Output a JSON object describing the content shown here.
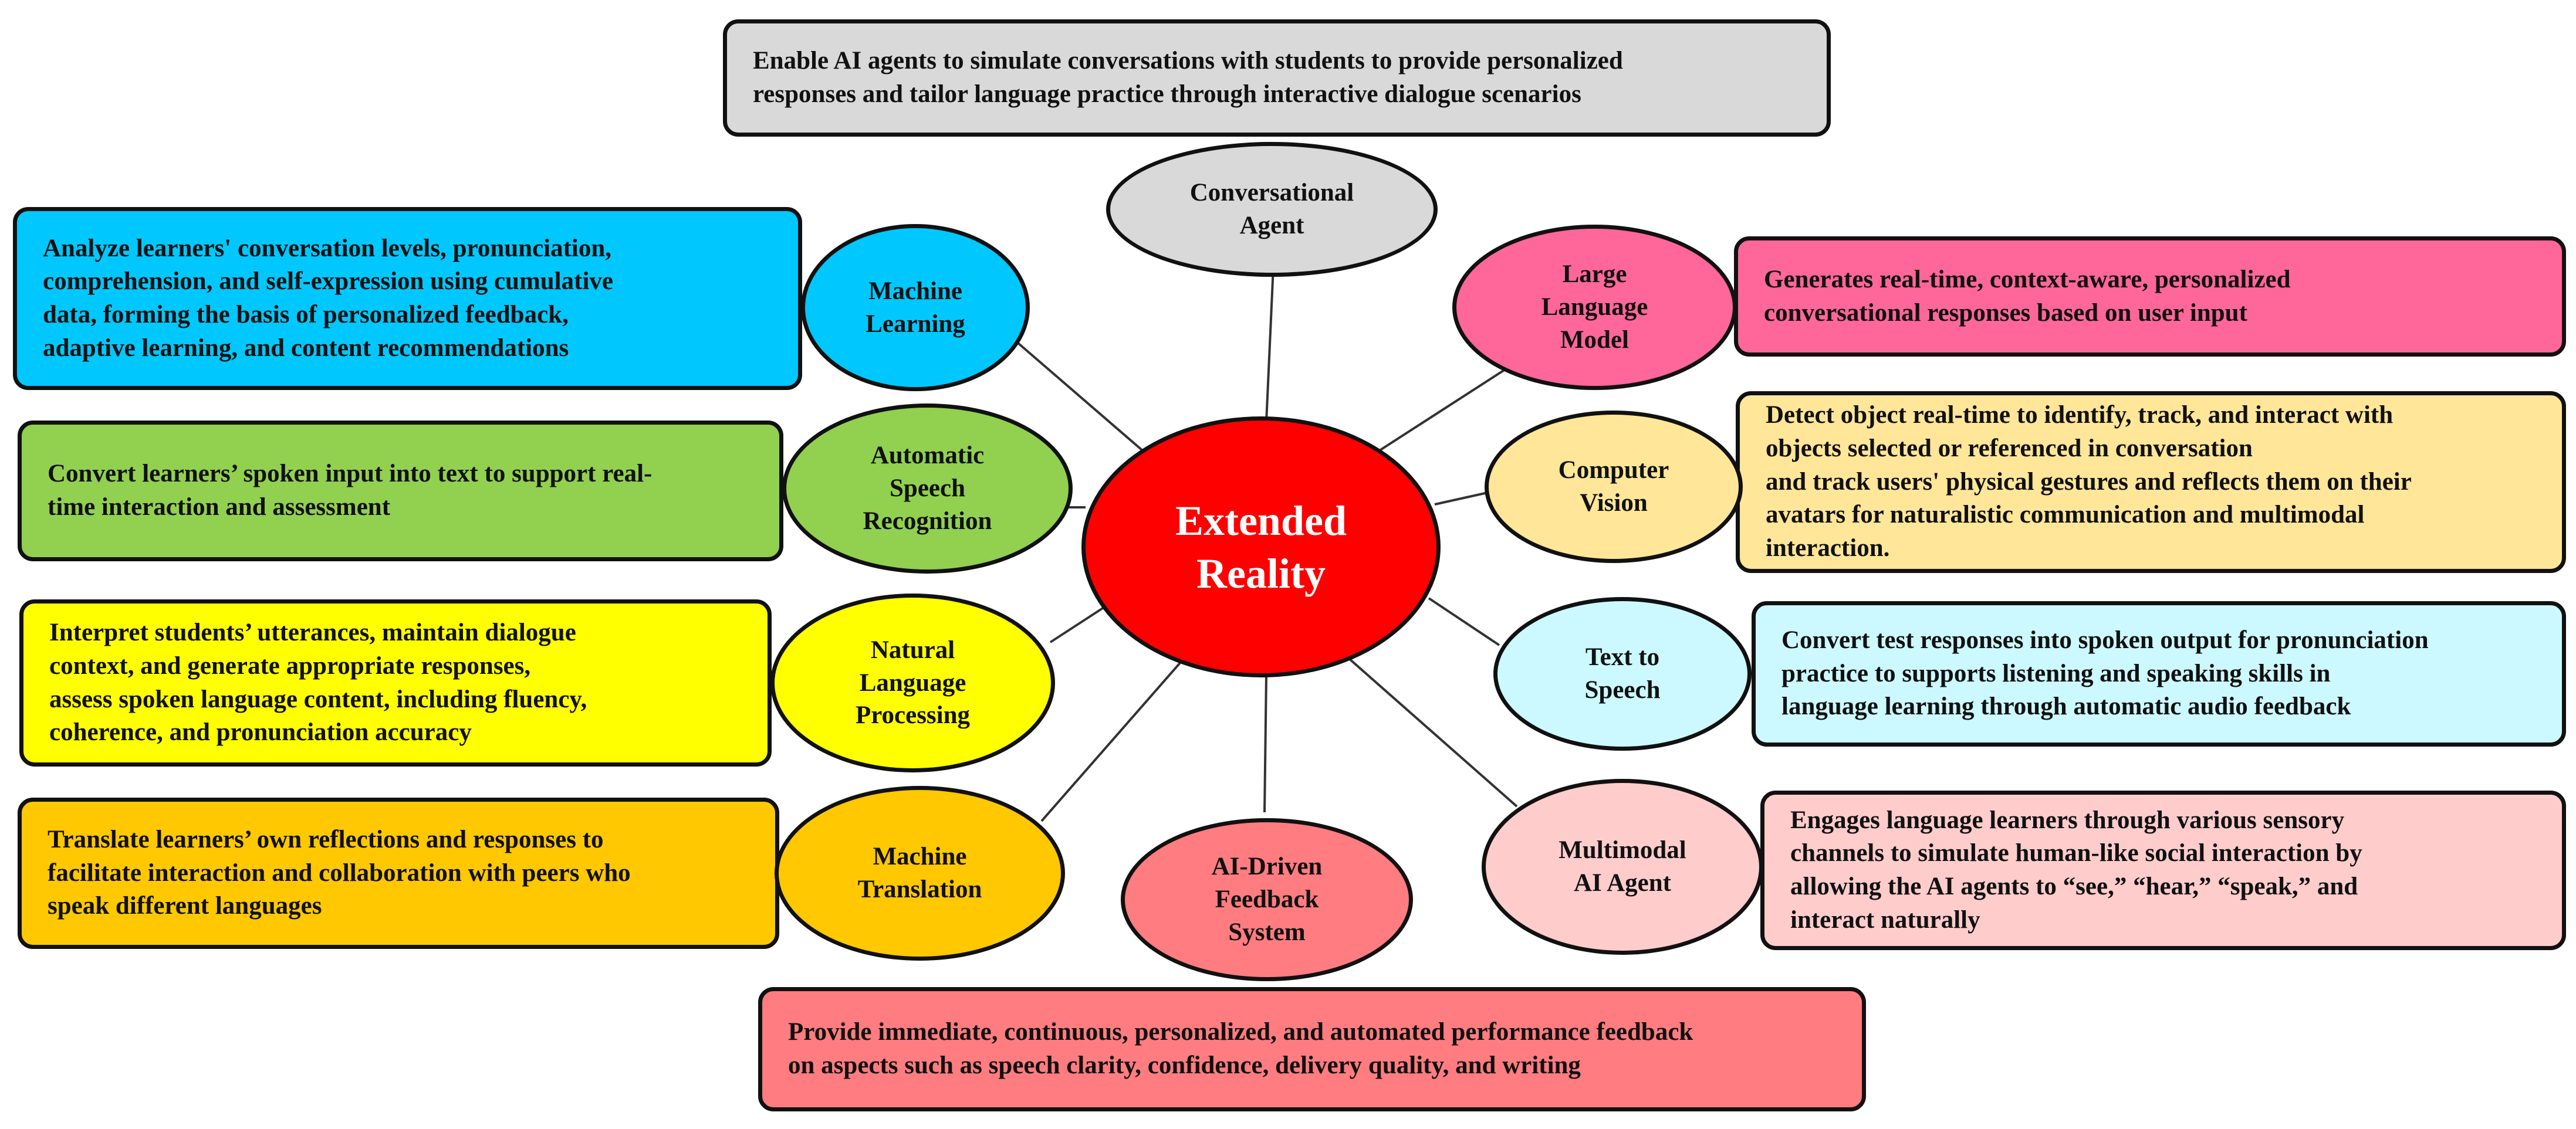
{
  "center": {
    "label": "Extended\nReality",
    "color": "#ff0000"
  },
  "nodes": {
    "conversational_agent": {
      "label": "Conversational\nAgent",
      "color": "#d9d9d9"
    },
    "machine_learning": {
      "label": "Machine\nLearning",
      "color": "#00c8ff"
    },
    "large_language_model": {
      "label": "Large\nLanguage\nModel",
      "color": "#ff6699"
    },
    "automatic_speech_recognition": {
      "label": "Automatic\nSpeech\nRecognition",
      "color": "#92d050"
    },
    "computer_vision": {
      "label": "Computer\nVision",
      "color": "#ffe699"
    },
    "natural_language_processing": {
      "label": "Natural\nLanguage\nProcessing",
      "color": "#ffff00"
    },
    "text_to_speech": {
      "label": "Text to\nSpeech",
      "color": "#ccf8ff"
    },
    "machine_translation": {
      "label": "Machine\nTranslation",
      "color": "#ffc800"
    },
    "ai_driven_feedback_system": {
      "label": "AI-Driven\nFeedback\nSystem",
      "color": "#ff7c80"
    },
    "multimodal_ai_agent": {
      "label": "Multimodal\nAI Agent",
      "color": "#ffcccc"
    }
  },
  "descriptions": {
    "conversational_agent": {
      "text": "Enable AI agents to simulate conversations with students to provide personalized\nresponses and tailor language practice through interactive dialogue scenarios",
      "color": "#d9d9d9"
    },
    "machine_learning": {
      "text": "Analyze learners' conversation levels, pronunciation,\ncomprehension, and self-expression using cumulative\ndata, forming the basis of personalized feedback,\nadaptive learning, and content recommendations",
      "color": "#00c8ff"
    },
    "large_language_model": {
      "text": "Generates real-time, context-aware, personalized\nconversational responses based on user input",
      "color": "#ff6699"
    },
    "automatic_speech_recognition": {
      "text": "Convert learners’ spoken input into text to support real-\ntime interaction and assessment",
      "color": "#92d050"
    },
    "computer_vision": {
      "text": "Detect object real-time to identify, track, and interact with\nobjects selected or referenced in conversation\nand track users' physical gestures and reflects them on their\navatars for naturalistic communication and multimodal\ninteraction.",
      "color": "#ffe699"
    },
    "natural_language_processing": {
      "text": "Interpret students’ utterances, maintain dialogue\ncontext, and generate appropriate responses,\nassess spoken language content, including fluency,\ncoherence, and pronunciation accuracy",
      "color": "#ffff00"
    },
    "text_to_speech": {
      "text": "Convert test responses into spoken output for pronunciation\npractice to supports listening and speaking skills in\nlanguage learning through automatic audio feedback",
      "color": "#ccf8ff"
    },
    "machine_translation": {
      "text": "Translate learners’ own reflections and responses to\nfacilitate interaction and collaboration with peers who\nspeak different languages",
      "color": "#ffc800"
    },
    "multimodal_ai_agent": {
      "text": "Engages language learners through various sensory\nchannels to simulate human-like social interaction by\nallowing the AI agents to “see,” “hear,” “speak,” and\ninteract naturally",
      "color": "#ffcccc"
    },
    "ai_driven_feedback_system": {
      "text": "Provide immediate, continuous, personalized, and automated performance feedback\non aspects such as speech clarity, confidence, delivery quality, and writing",
      "color": "#ff7c80"
    }
  }
}
